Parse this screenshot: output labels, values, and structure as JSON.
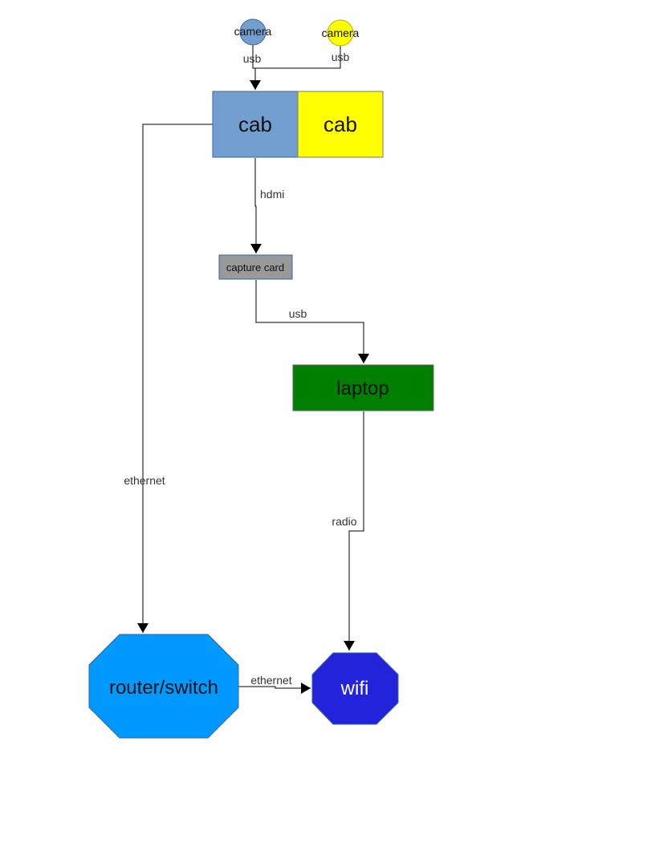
{
  "nodes": {
    "camera_blue": {
      "label": "camera",
      "color": "#729fcf"
    },
    "camera_yellow": {
      "label": "camera",
      "color": "#ffff00"
    },
    "cab_blue": {
      "label": "cab",
      "color": "#729fcf"
    },
    "cab_yellow": {
      "label": "cab",
      "color": "#ffff00"
    },
    "capture_card": {
      "label": "capture card",
      "color": "#999999"
    },
    "laptop": {
      "label": "laptop",
      "color": "#007f00"
    },
    "router_switch": {
      "label": "router/switch",
      "color": "#0099ff"
    },
    "wifi": {
      "label": "wifi",
      "color": "#2323dc",
      "text_color": "#ffffff"
    }
  },
  "edges": {
    "usb_camera_blue": "usb",
    "usb_camera_yellow": "usb",
    "hdmi": "hdmi",
    "usb_capture_laptop": "usb",
    "ethernet_cab_router": "ethernet",
    "radio": "radio",
    "ethernet_router_wifi": "ethernet"
  }
}
